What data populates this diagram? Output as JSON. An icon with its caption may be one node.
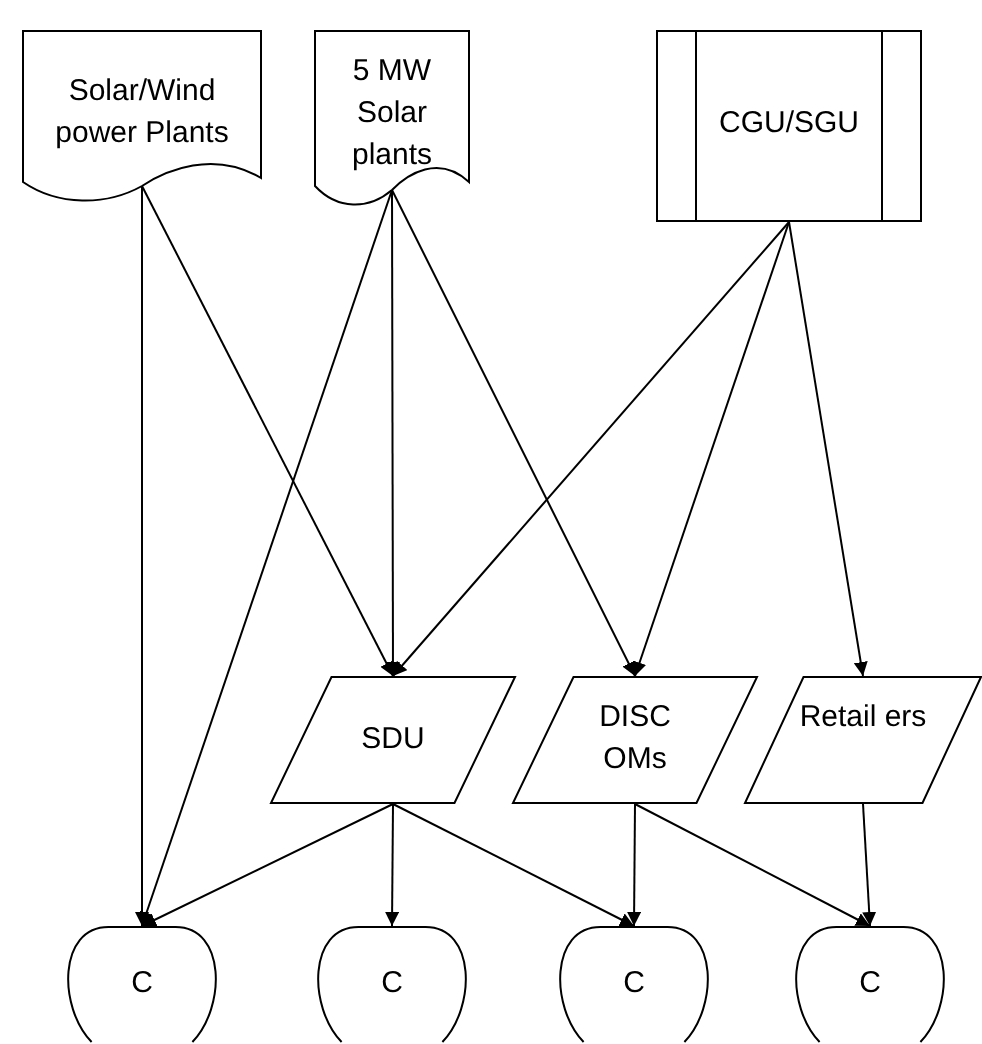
{
  "diagram": {
    "nodes": [
      {
        "text": [
          "Solar/Wind power Plants"
        ]
      },
      {
        "text": [
          "5 MW Solar plants"
        ]
      },
      {
        "text": [
          "CGU/SGU"
        ]
      },
      {
        "text": [
          "SDU"
        ]
      },
      {
        "text": [
          "DISC OMs"
        ]
      },
      {
        "text": [
          "Retail ers"
        ]
      },
      {
        "text": [
          "C"
        ]
      },
      {
        "text": [
          "C"
        ]
      },
      {
        "text": [
          "C"
        ]
      },
      {
        "text": [
          "C"
        ]
      }
    ],
    "edges": [
      {
        "from": 0,
        "to": 6,
        "arrow": "to"
      },
      {
        "from": 0,
        "to": 3,
        "arrow": "to"
      },
      {
        "from": 1,
        "to": 6,
        "arrow": "to"
      },
      {
        "from": 1,
        "to": 3,
        "arrow": "to"
      },
      {
        "from": 1,
        "to": 4,
        "arrow": "to"
      },
      {
        "from": 2,
        "to": 3,
        "arrow": "to"
      },
      {
        "from": 2,
        "to": 4,
        "arrow": "to"
      },
      {
        "from": 2,
        "to": 5,
        "arrow": "to"
      },
      {
        "from": 3,
        "to": 6,
        "arrow": "to"
      },
      {
        "from": 3,
        "to": 7,
        "arrow": "to"
      },
      {
        "from": 3,
        "to": 8,
        "arrow": "to"
      },
      {
        "from": 4,
        "to": 8,
        "arrow": "to"
      },
      {
        "from": 4,
        "to": 9,
        "arrow": "to"
      },
      {
        "from": 5,
        "to": 9,
        "arrow": "to"
      }
    ]
  }
}
